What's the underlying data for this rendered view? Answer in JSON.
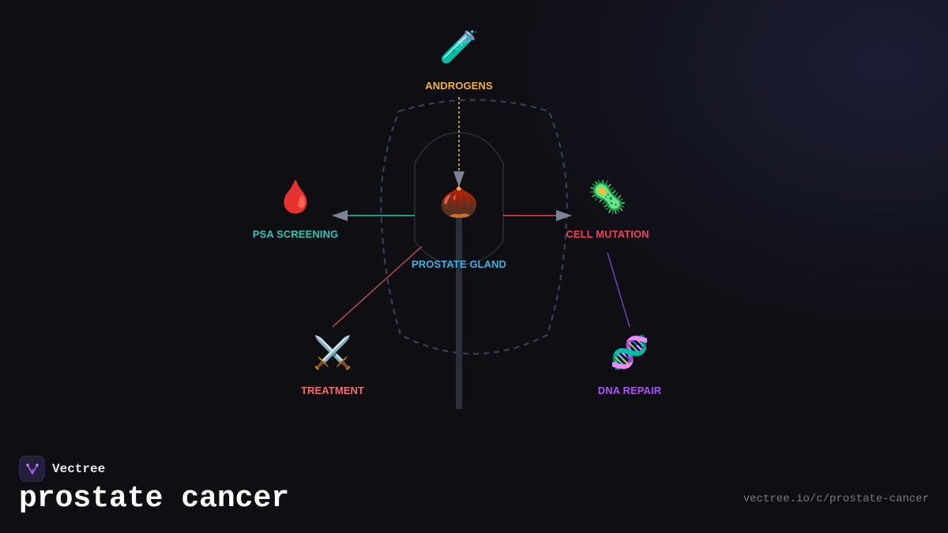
{
  "brand": {
    "name": "Vectree",
    "logo_icon": "tree-fork-icon",
    "logo_color": "#9b5de5"
  },
  "title": "prostate cancer",
  "url": "vectree.io/c/prostate-cancer",
  "diagram": {
    "nodes": [
      {
        "id": "androgens",
        "label": "ANDROGENS",
        "icon": "🧪",
        "icon_name": "test-tube-icon",
        "color": "#f2b530"
      },
      {
        "id": "prostate",
        "label": "PROSTATE GLAND",
        "icon": "🌰",
        "icon_name": "chestnut-icon",
        "color": "#3fb0e0"
      },
      {
        "id": "psa",
        "label": "PSA SCREENING",
        "icon": "🩸",
        "icon_name": "blood-drop-icon",
        "color": "#2ec4b6"
      },
      {
        "id": "mutation",
        "label": "CELL MUTATION",
        "icon": "🦠",
        "icon_name": "microbe-icon",
        "color": "#ef4058"
      },
      {
        "id": "treatment",
        "label": "TREATMENT",
        "icon": "⚔️",
        "icon_name": "crossed-swords-icon",
        "color": "#f26d6d"
      },
      {
        "id": "dna",
        "label": "DNA REPAIR",
        "icon": "🧬",
        "icon_name": "dna-icon",
        "color": "#a855f7"
      }
    ],
    "edges": [
      {
        "from": "androgens",
        "to": "prostate",
        "style": "dotted-arrow",
        "color": "#f2b530"
      },
      {
        "from": "prostate",
        "to": "psa",
        "style": "arrow",
        "color": "#2ec4b6"
      },
      {
        "from": "prostate",
        "to": "mutation",
        "style": "arrow",
        "color": "#ef4058"
      },
      {
        "from": "prostate",
        "to": "treatment",
        "style": "line",
        "color": "#a84b50"
      },
      {
        "from": "mutation",
        "to": "dna",
        "style": "line",
        "color": "#6d3cc0"
      }
    ]
  }
}
